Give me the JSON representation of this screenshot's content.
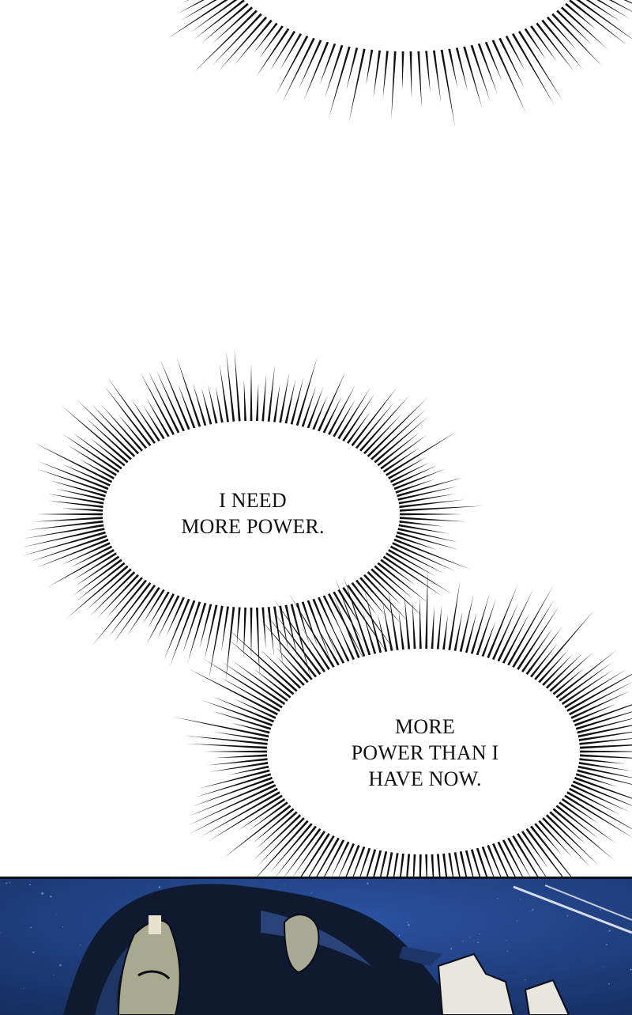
{
  "bubbles": [
    {
      "id": "top",
      "lines": []
    },
    {
      "id": "middle",
      "lines": [
        "I NEED",
        "MORE POWER."
      ]
    },
    {
      "id": "lower",
      "lines": [
        "MORE",
        "POWER THAN I",
        "HAVE NOW."
      ]
    }
  ],
  "panel": {
    "description_colors": {
      "sky": "#1f4287",
      "hair": "#0e1628",
      "skin": "#b8b59a",
      "ink": "#0a0d18"
    }
  }
}
